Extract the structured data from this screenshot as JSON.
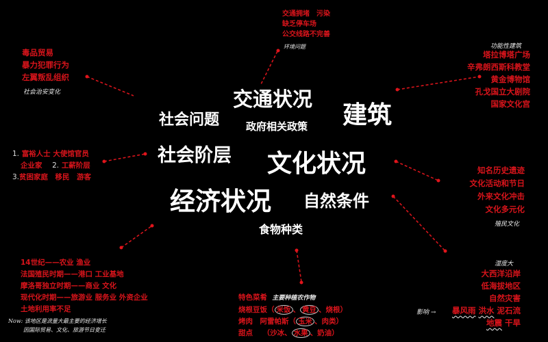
{
  "core_topics": {
    "traffic": "交通状况",
    "social_issues": "社会问题",
    "government_policy": "政府相关政策",
    "architecture": "建筑",
    "social_class": "社会阶层",
    "culture": "文化状况",
    "economy": "经济状况",
    "nature": "自然条件",
    "food": "食物种类"
  },
  "branches": {
    "traffic": {
      "lines": [
        "交通拥堵　污染",
        "缺乏停车场",
        "公交线路不完善"
      ],
      "note": "环境问题"
    },
    "social_issues": {
      "lines": [
        "毒品贸易",
        "暴力犯罪行为",
        "左翼叛乱组织"
      ],
      "note": "社会治安变化"
    },
    "architecture": {
      "note": "功能性建筑",
      "lines": [
        "塔拉博塔广场",
        "辛弗朗西斯科教堂",
        "黄金博物馆",
        "孔戈国立大剧院",
        "国家文化宫"
      ]
    },
    "social_class": {
      "rows": [
        {
          "num": "1.",
          "text": "富裕人士 大使馆官员"
        },
        {
          "num": "",
          "text": "企业家"
        },
        {
          "num": "2.",
          "text": "工薪阶层"
        },
        {
          "num": "3.",
          "text": "贫困家庭　移民　游客"
        }
      ]
    },
    "culture": {
      "lines": [
        "知名历史遗迹",
        "文化活动和节日",
        "外来文化冲击",
        "文化多元化"
      ],
      "note": "殖民文化"
    },
    "economy": {
      "lines": [
        "14世纪——农业 渔业",
        "法国殖民时期——港口 工业基地",
        "摩洛哥独立时期——商业 文化",
        "现代化时期——旅游业 服务业 外资企业",
        "土地利用率不足"
      ],
      "note_label": "Now:",
      "note_line1": "该地区是流量大最主要的经济增长",
      "note_line2": "因国际贸易、文化、旅游节日变迁"
    },
    "food": {
      "title": "特色菜肴",
      "note": "主要种植农作物",
      "rows": [
        {
          "dish": "烧根豆饭",
          "items": [
            "米饭",
            "黄豆",
            "烧根"
          ]
        },
        {
          "dish": "烤肉　阿雷帕斯",
          "items": [
            "玉米",
            "肉类"
          ]
        },
        {
          "dish": "甜点",
          "items": [
            "沙冰",
            "水果",
            "奶油"
          ]
        }
      ]
    },
    "nature": {
      "note": "湿度大",
      "lines": [
        "大西洋沿岸",
        "低海拔地区",
        "自然灾害"
      ],
      "impact_label": "影响 →",
      "disasters_row1": [
        "暴风雨",
        "洪水",
        "泥石流"
      ],
      "disasters_row2": [
        "地震",
        "干旱"
      ]
    }
  },
  "colors": {
    "background": "#000000",
    "core_text": "#ffffff",
    "branch_text": "#d8141b",
    "connector": "#d8141b",
    "note_text": "#e8e8e8"
  }
}
